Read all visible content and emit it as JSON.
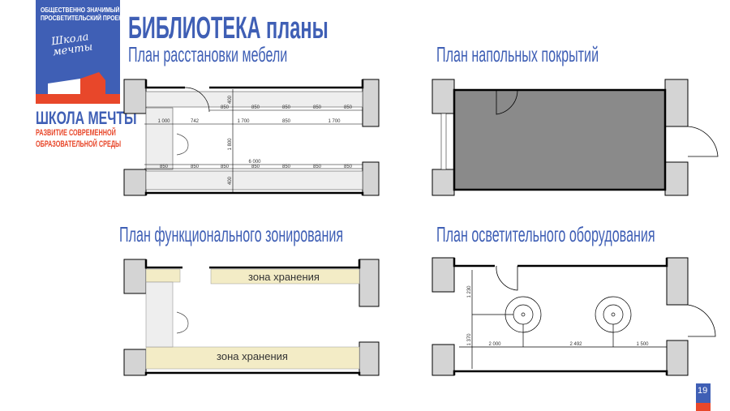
{
  "logo": {
    "line1": "ОБЩЕСТВЕННО ЗНАЧИМЫЙ",
    "line2": "ПРОСВЕТИТЕЛЬСКИЙ ПРОЕКТ",
    "script1": "Школа",
    "script2": "мечты",
    "name": "ШКОЛА МЕЧТЫ",
    "sub1": "РАЗВИТИЕ СОВРЕМЕННОЙ",
    "sub2": "ОБРАЗОВАТЕЛЬНОЙ СРЕДЫ"
  },
  "title": "БИБЛИОТЕКА планы",
  "plans": [
    {
      "title": "План расстановки мебели",
      "dims": {
        "d400a": "400",
        "d400b": "400",
        "r1": [
          "850",
          "850",
          "850",
          "850",
          "850"
        ],
        "r2": [
          "1 000",
          "742",
          "1 700",
          "850",
          "1 700"
        ],
        "v1800": "1 800",
        "total": "6 000",
        "r3": [
          "850",
          "850",
          "850",
          "850",
          "850",
          "850",
          "850"
        ]
      }
    },
    {
      "title": "План напольных покрытий"
    },
    {
      "title": "План функционального зонирования",
      "zone1": "зона хранения",
      "zone2": "зона хранения"
    },
    {
      "title": "План осветительного оборудования",
      "dims": {
        "v1": "1 230",
        "v2": "1 370",
        "h": [
          "2 000",
          "2 492",
          "1 500"
        ]
      }
    }
  ],
  "page_number": "19",
  "colors": {
    "blue": "#3f5fb5",
    "red": "#e8472a",
    "floor": "#8a8a8a",
    "zone": "#f3ecc6"
  }
}
